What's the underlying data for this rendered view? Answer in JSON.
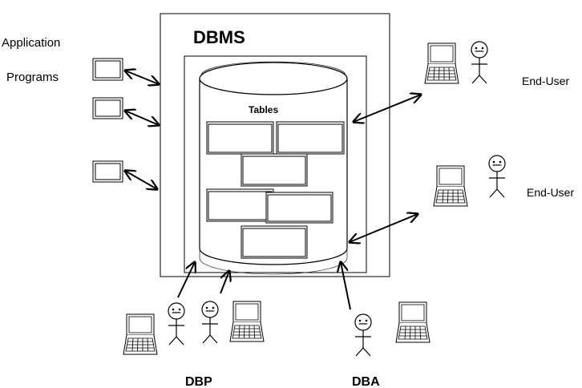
{
  "labels": {
    "application_line1": "Application",
    "application_line2": "Programs",
    "dbms": "DBMS",
    "tables": "Tables",
    "end_user_top": "End-User",
    "end_user_bottom": "End-User",
    "dbp": "DBP",
    "dba": "DBA"
  },
  "icons": [
    "laptop-icon",
    "stick-figure-icon",
    "terminal-icon",
    "database-cylinder-icon",
    "arrow-icon"
  ]
}
